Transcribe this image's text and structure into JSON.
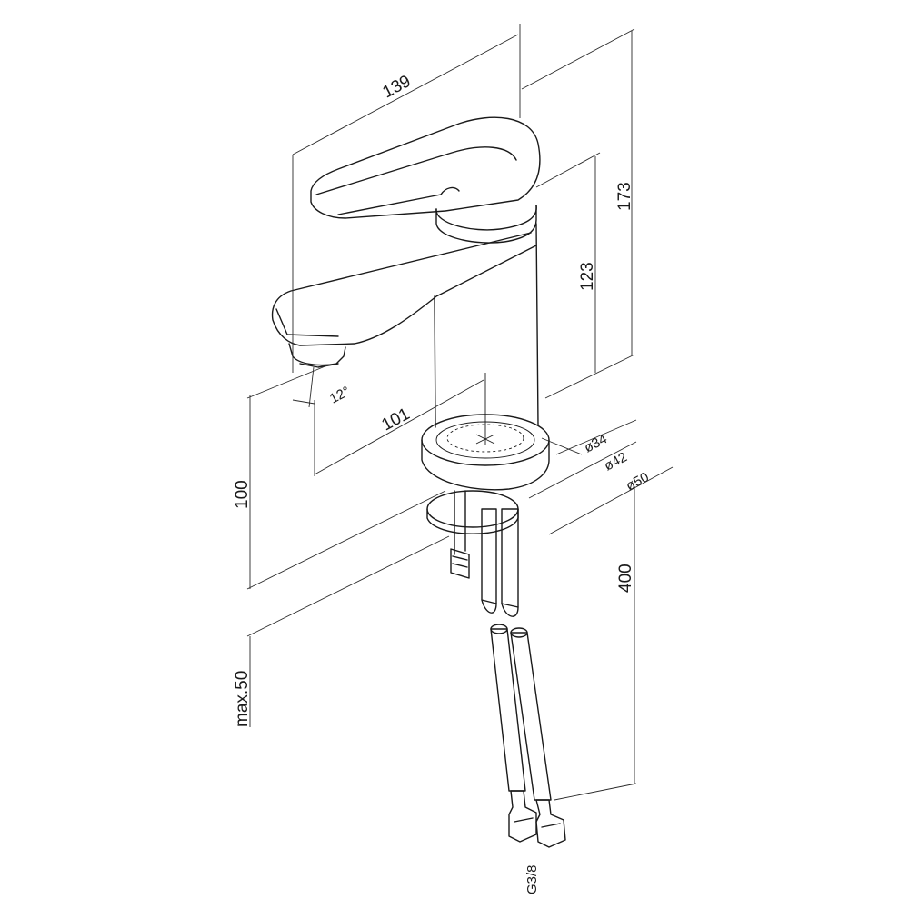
{
  "dimensions": {
    "total_length": "139",
    "total_height": "173",
    "spout_height": "123",
    "spout_reach": "101",
    "clearance": "100",
    "max_thickness": "max.50",
    "hose_length": "400",
    "spout_angle": "12°",
    "diameter_inner": "ø34",
    "diameter_mid": "ø42",
    "diameter_outer": "ø50",
    "thread": "G3/8"
  },
  "colors": {
    "line": "#1a1a1a",
    "background": "#ffffff"
  }
}
